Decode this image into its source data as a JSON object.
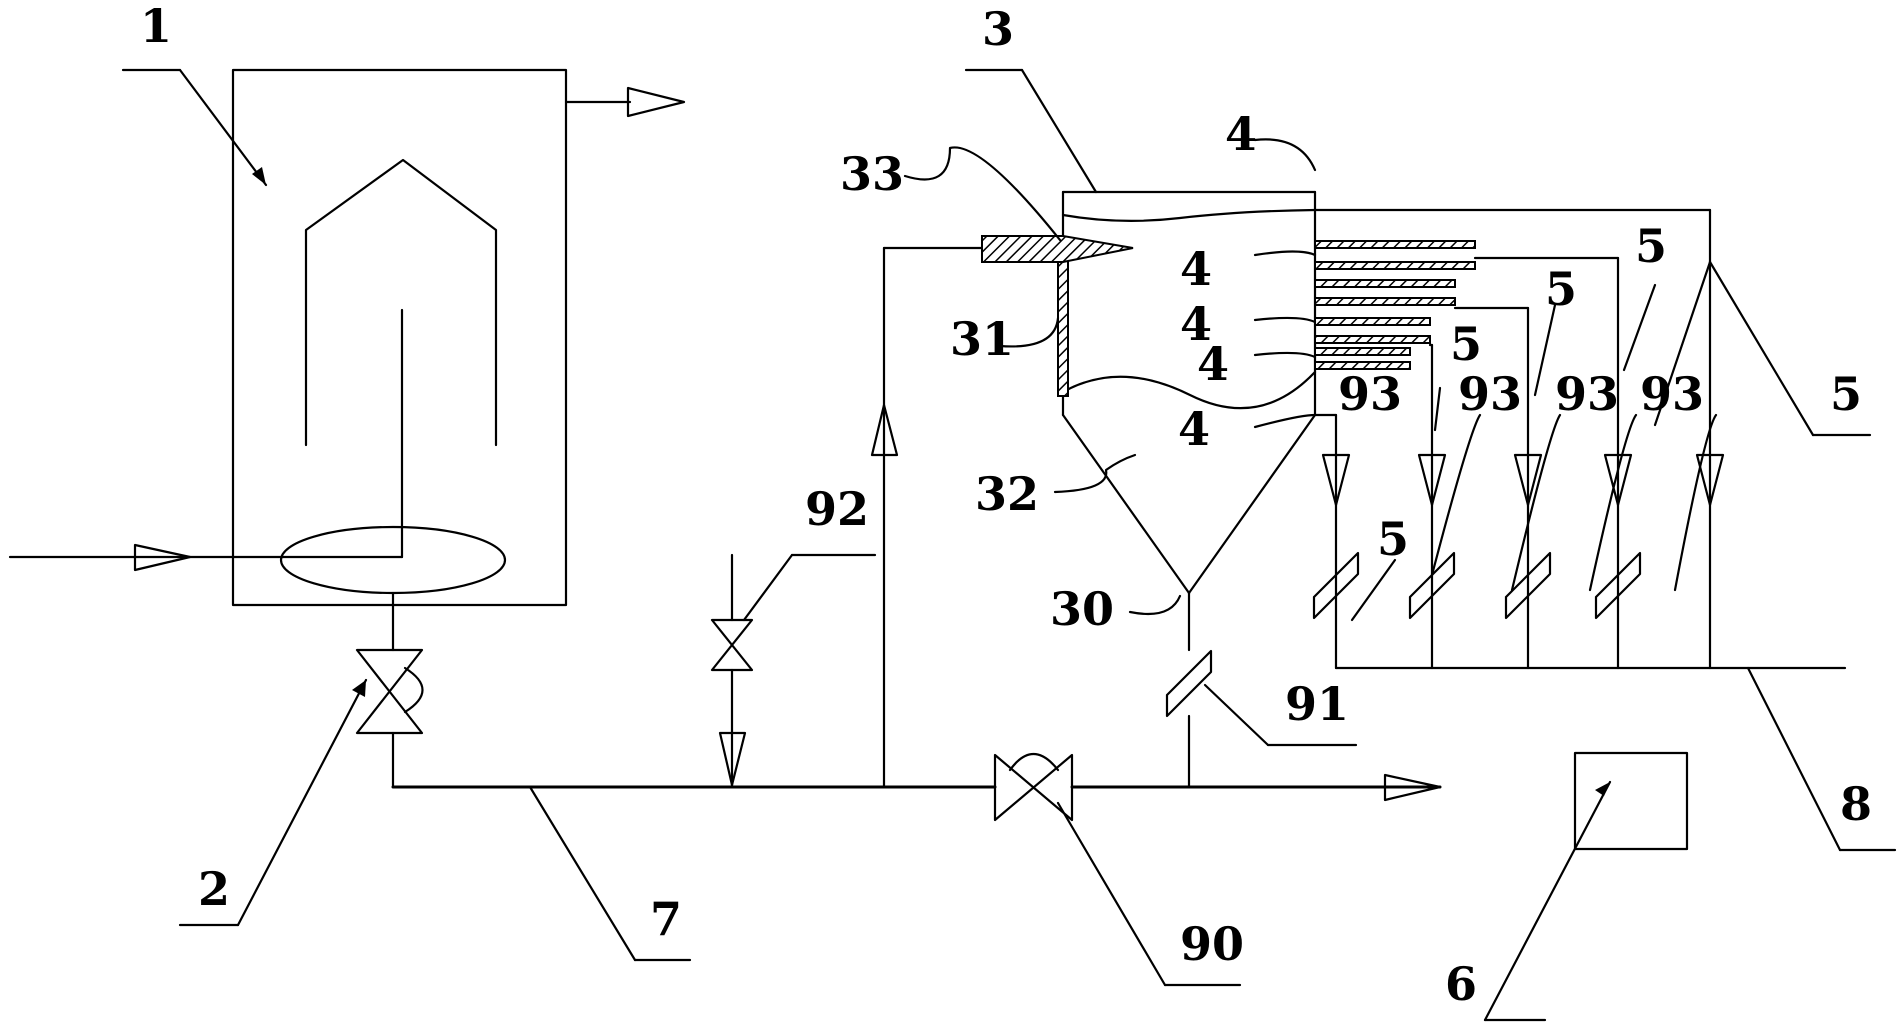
{
  "figure": {
    "labels": {
      "n1": "1",
      "n2": "2",
      "n3": "3",
      "n4a": "4",
      "n4b": "4",
      "n4c": "4",
      "n4d": "4",
      "n4e": "4",
      "n5a": "5",
      "n5b": "5",
      "n5c": "5",
      "n5d": "5",
      "n5e": "5",
      "n6": "6",
      "n7": "7",
      "n8": "8",
      "n30": "30",
      "n31": "31",
      "n32": "32",
      "n33": "33",
      "n90": "90",
      "n91": "91",
      "n92": "92",
      "n93a": "93",
      "n93b": "93",
      "n93c": "93",
      "n93d": "93"
    }
  }
}
